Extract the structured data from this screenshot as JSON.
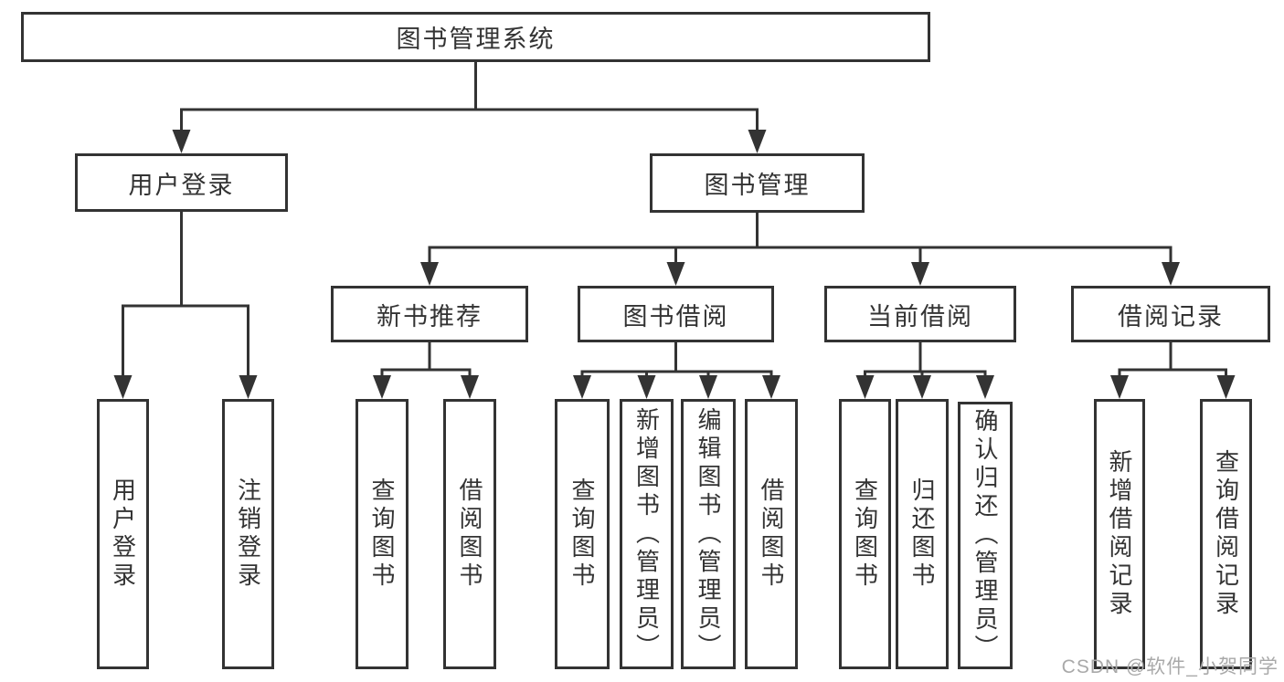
{
  "diagram_title": "图书管理系统",
  "colors": {
    "line": "#333333",
    "box_border": "#333333",
    "text": "#333333",
    "watermark": "#a9a9a9",
    "background": "#ffffff"
  },
  "tree": {
    "label": "图书管理系统",
    "children": [
      {
        "label": "用户登录",
        "children": [
          {
            "label": "用户登录"
          },
          {
            "label": "注销登录"
          }
        ]
      },
      {
        "label": "图书管理",
        "children": [
          {
            "label": "新书推荐",
            "children": [
              {
                "label": "查询图书"
              },
              {
                "label": "借阅图书"
              }
            ]
          },
          {
            "label": "图书借阅",
            "children": [
              {
                "label": "查询图书"
              },
              {
                "label": "新增图书（管理员）"
              },
              {
                "label": "编辑图书（管理员）"
              },
              {
                "label": "借阅图书"
              }
            ]
          },
          {
            "label": "当前借阅",
            "children": [
              {
                "label": "查询图书"
              },
              {
                "label": "归还图书"
              },
              {
                "label": "确认归还（管理员）"
              }
            ]
          },
          {
            "label": "借阅记录",
            "children": [
              {
                "label": "新增借阅记录"
              },
              {
                "label": "查询借阅记录"
              }
            ]
          }
        ]
      }
    ]
  },
  "watermark": {
    "text": "CSDN @软件_小贺同学"
  }
}
